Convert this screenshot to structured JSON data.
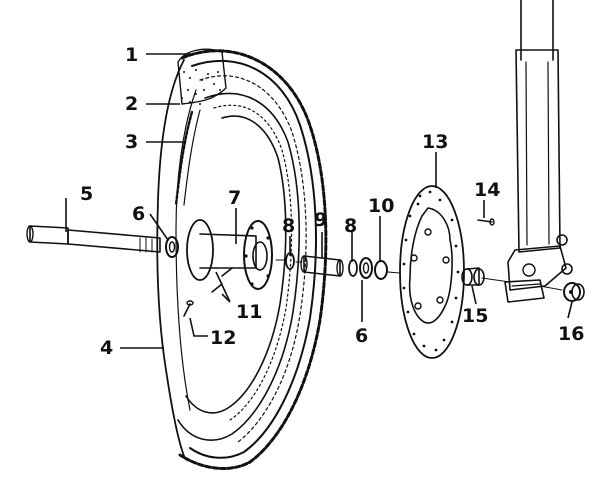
{
  "diagram": {
    "labels": [
      {
        "id": "p1",
        "text": "1"
      },
      {
        "id": "p2",
        "text": "2"
      },
      {
        "id": "p3",
        "text": "3"
      },
      {
        "id": "p4",
        "text": "4"
      },
      {
        "id": "p5",
        "text": "5"
      },
      {
        "id": "p6a",
        "text": "6"
      },
      {
        "id": "p6b",
        "text": "6"
      },
      {
        "id": "p7",
        "text": "7"
      },
      {
        "id": "p8a",
        "text": "8"
      },
      {
        "id": "p8b",
        "text": "8"
      },
      {
        "id": "p9",
        "text": "9"
      },
      {
        "id": "p10",
        "text": "10"
      },
      {
        "id": "p11",
        "text": "11"
      },
      {
        "id": "p12",
        "text": "12"
      },
      {
        "id": "p13",
        "text": "13"
      },
      {
        "id": "p14",
        "text": "14"
      },
      {
        "id": "p15",
        "text": "15"
      },
      {
        "id": "p16",
        "text": "16"
      }
    ]
  }
}
